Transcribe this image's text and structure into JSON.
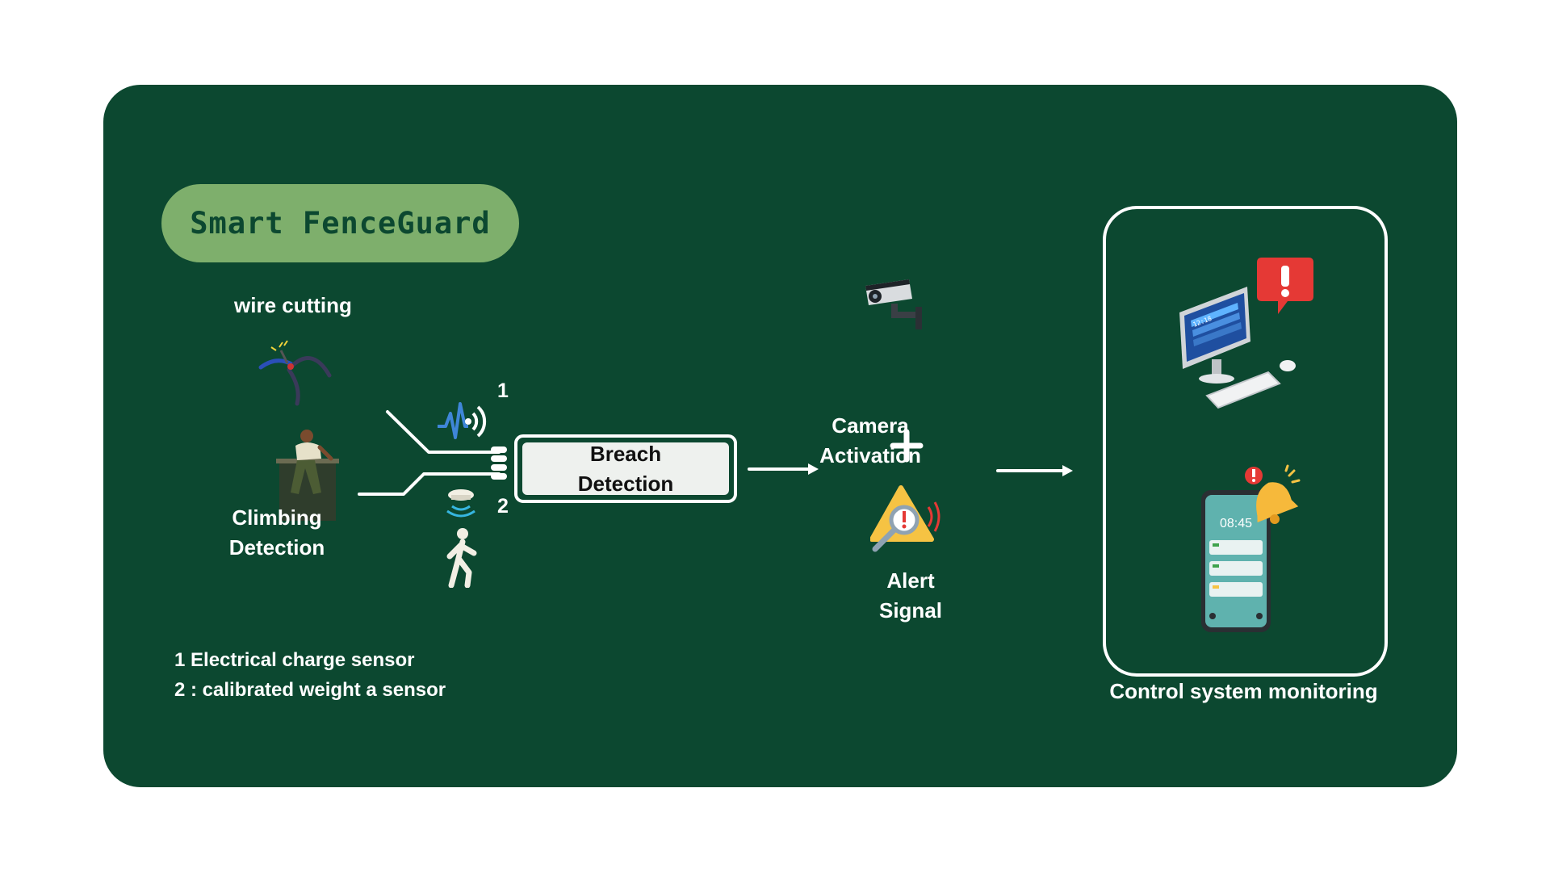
{
  "title": "Smart FenceGuard",
  "inputs": {
    "wire_cutting": "wire cutting",
    "climbing_detection": [
      "Climbing",
      "Detection"
    ]
  },
  "sensors": {
    "marker_1": "1",
    "marker_2": "2"
  },
  "process": {
    "breach_detection": [
      "Breach",
      "Detection"
    ]
  },
  "responses": {
    "camera_activation": [
      "Camera",
      "Activation"
    ],
    "alert_signal": [
      "Alert",
      "Signal"
    ]
  },
  "legend": {
    "line_1": "1 Electrical charge sensor",
    "line_2": "2 : calibrated weight a sensor"
  },
  "monitoring": {
    "label": "Control system monitoring",
    "phone_time": "08:45",
    "desktop_clock": "12:18"
  },
  "colors": {
    "panel": "#0c4830",
    "pill": "#7eaf6c",
    "text": "#ffffff",
    "alert_red": "#e53935",
    "warning_yellow": "#f6c343"
  },
  "icons": {
    "wire_cutter": "wire-cutter-icon",
    "climber": "climbing-person-icon",
    "signal": "signal-wave-icon",
    "weight_sensor": "weight-sensor-icon",
    "walker": "walking-person-icon",
    "camera": "security-camera-icon",
    "alert": "warning-magnifier-icon",
    "computer": "desktop-computer-icon",
    "phone": "smartphone-icon",
    "bell": "notification-bell-icon"
  }
}
